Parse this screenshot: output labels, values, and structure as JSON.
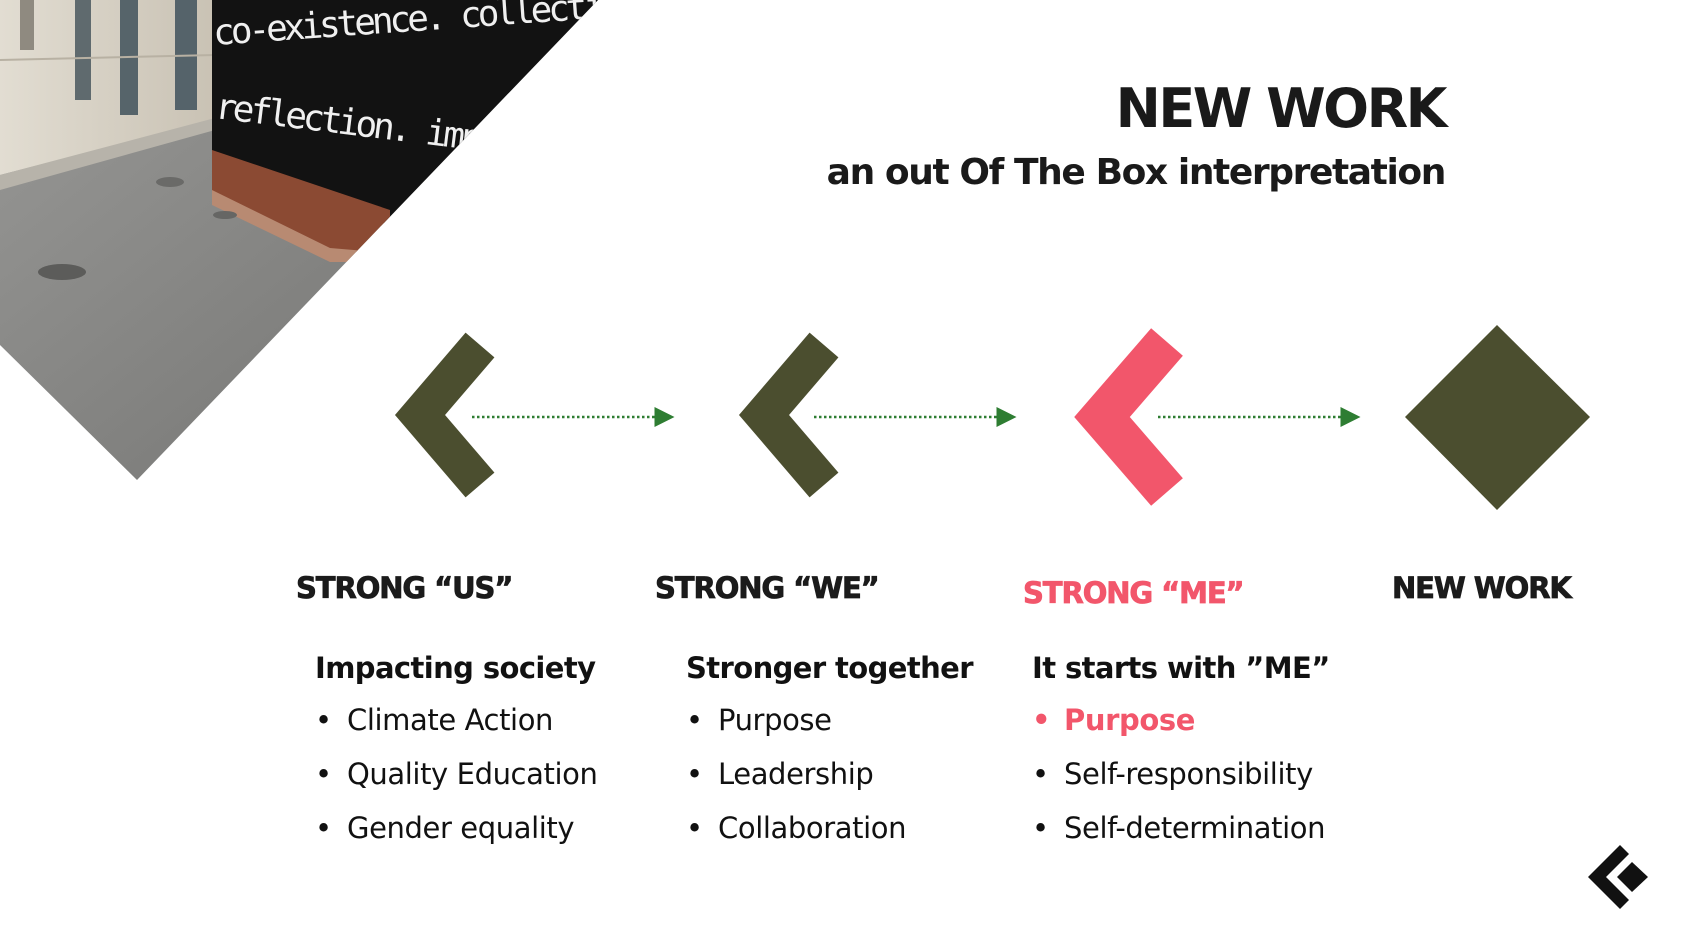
{
  "header": {
    "title": "NEW WORK",
    "subtitle": "an out Of The Box interpretation"
  },
  "photo": {
    "wall_text_line1": "co-existence. collective. zusammenarbeit. c",
    "wall_text_line2": "reflection. impuls. inclusion. interpretati"
  },
  "colors": {
    "olive": "#4b4e2f",
    "accent": "#f2566b",
    "arrow_dots": "#2e7d32"
  },
  "stages": [
    {
      "label": "STRONG “US”",
      "icon": "chevron-left-icon"
    },
    {
      "label": "STRONG “WE”",
      "icon": "chevron-left-icon"
    },
    {
      "label": "STRONG “ME”",
      "icon": "chevron-left-icon"
    },
    {
      "label": "NEW WORK",
      "icon": "diamond-icon"
    }
  ],
  "columns": [
    {
      "heading": "Impacting society",
      "items": [
        "Climate Action",
        "Quality Education",
        "Gender equality"
      ]
    },
    {
      "heading": "Stronger together",
      "items": [
        "Purpose",
        "Leadership",
        "Collaboration"
      ]
    },
    {
      "heading": "It starts with ”ME”",
      "items": [
        "Purpose",
        "Self-responsibility",
        "Self-determination"
      ]
    }
  ],
  "bullet_glyph": "•",
  "logo_icon": "logo-mark-icon"
}
